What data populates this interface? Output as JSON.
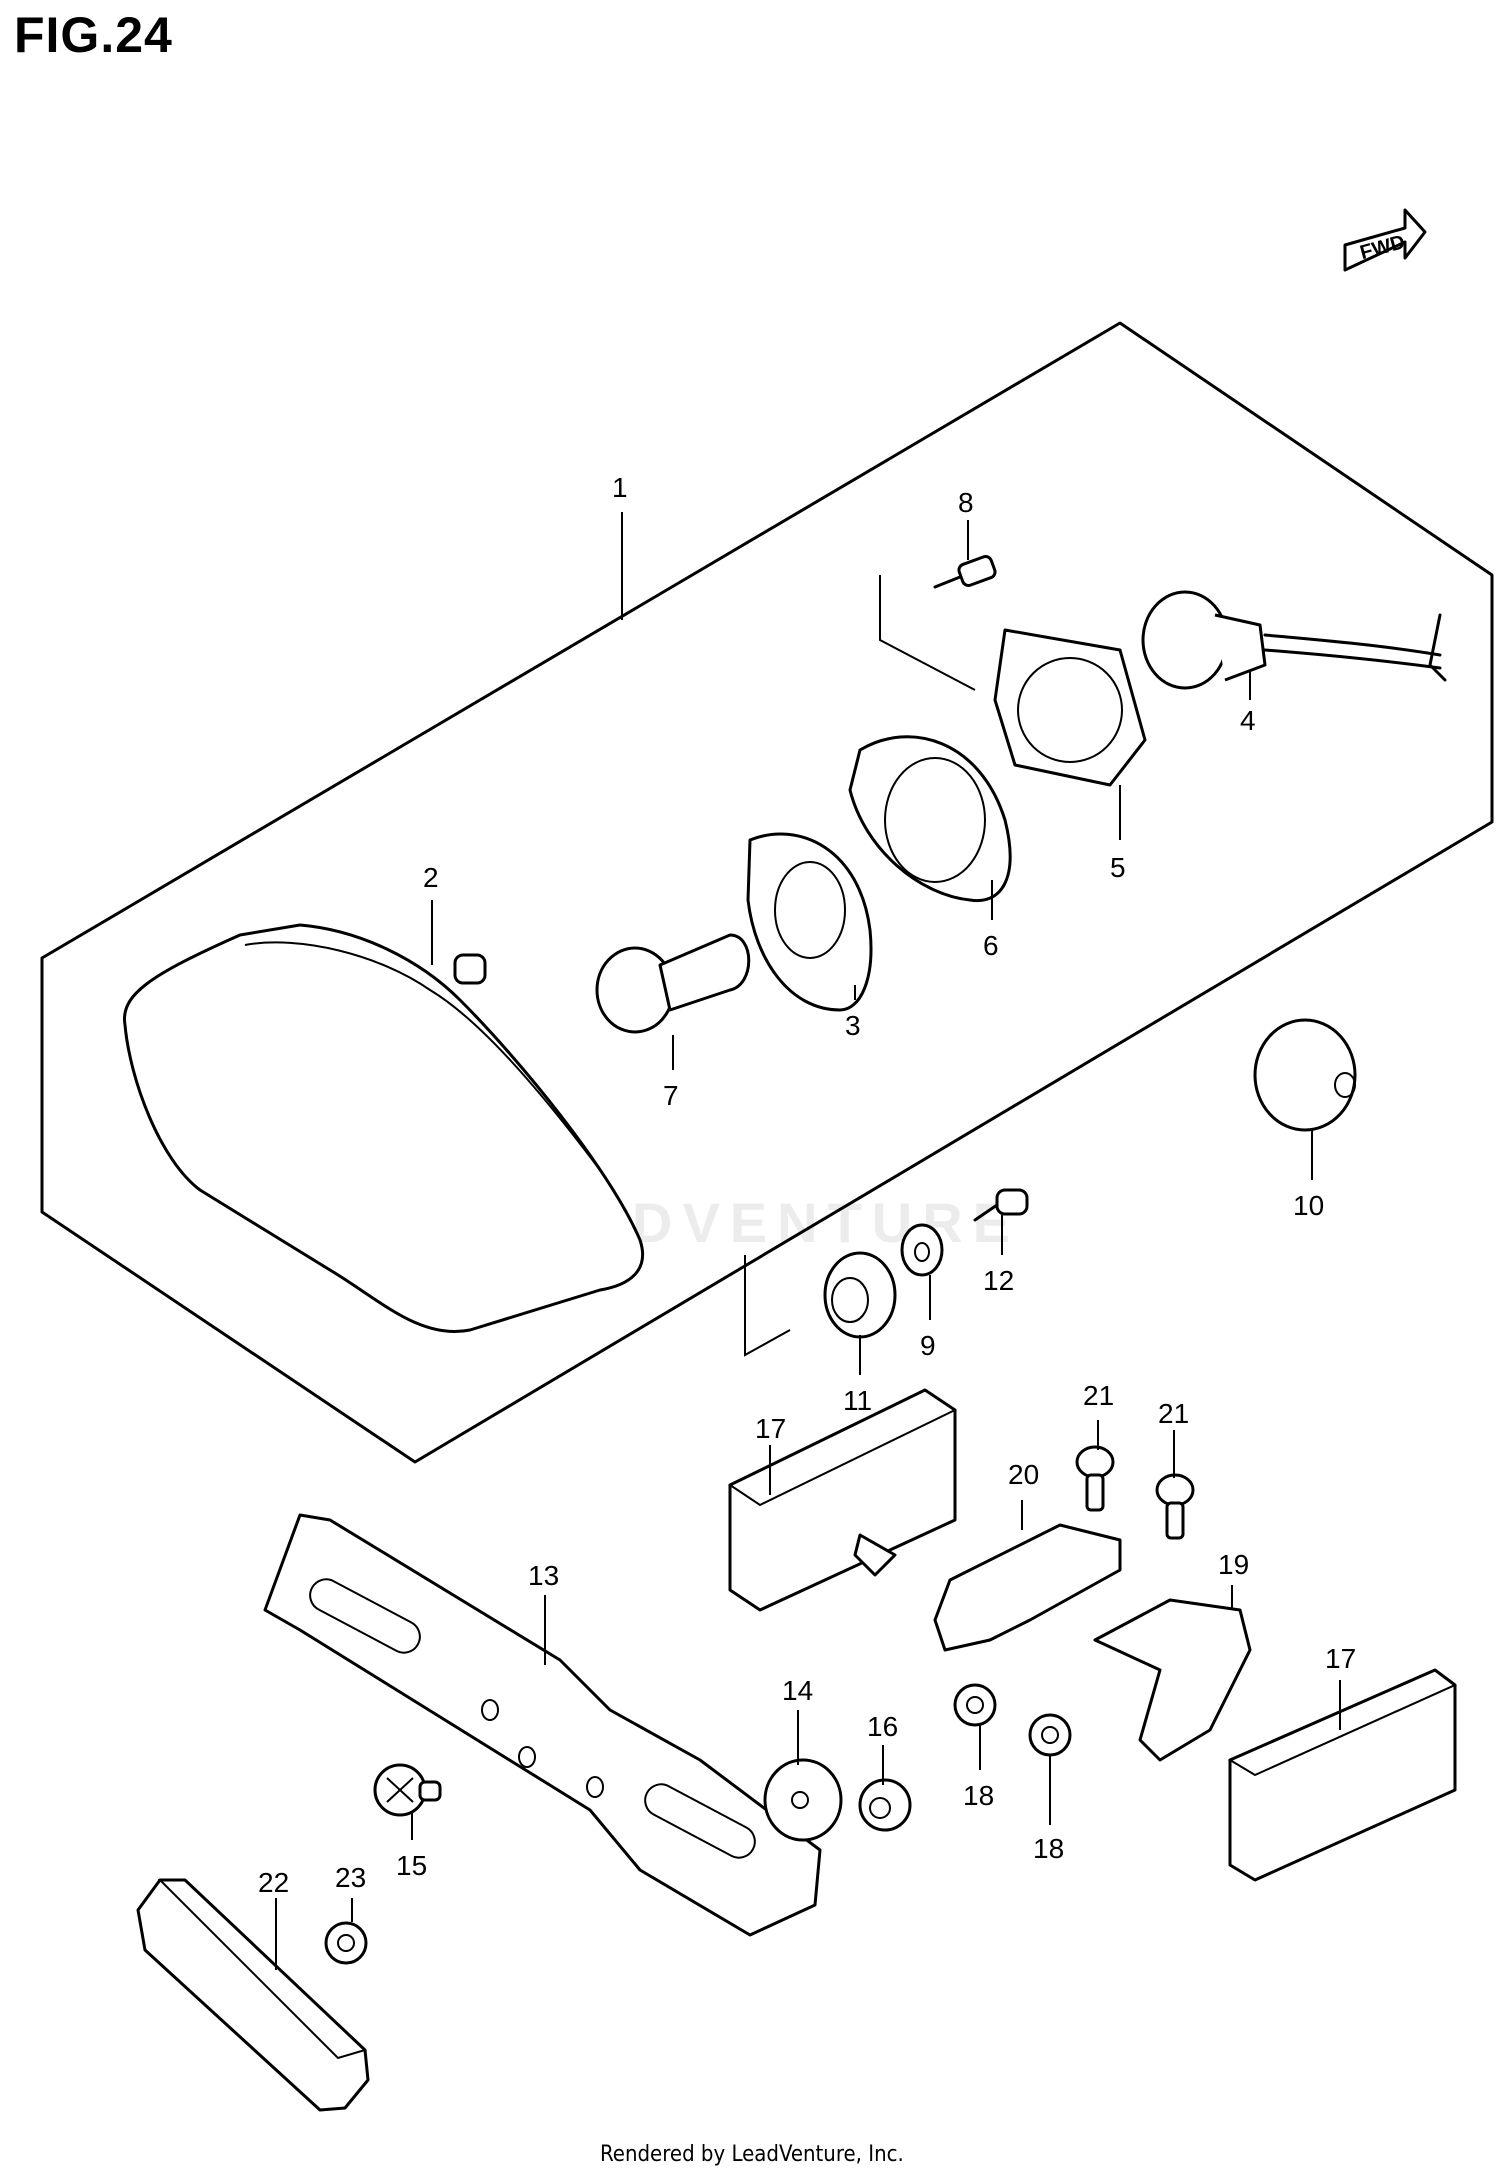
{
  "figure": {
    "title": "FIG.24",
    "fwd_label": "FWD",
    "footer": "Rendered by LeadVenture, Inc.",
    "watermark": "LEADVENTURE"
  },
  "callouts": [
    {
      "id": "1",
      "label": "1"
    },
    {
      "id": "2",
      "label": "2"
    },
    {
      "id": "3",
      "label": "3"
    },
    {
      "id": "4",
      "label": "4"
    },
    {
      "id": "5",
      "label": "5"
    },
    {
      "id": "6",
      "label": "6"
    },
    {
      "id": "7",
      "label": "7"
    },
    {
      "id": "8",
      "label": "8"
    },
    {
      "id": "9",
      "label": "9"
    },
    {
      "id": "10",
      "label": "10"
    },
    {
      "id": "11",
      "label": "11"
    },
    {
      "id": "12",
      "label": "12"
    },
    {
      "id": "13",
      "label": "13"
    },
    {
      "id": "14",
      "label": "14"
    },
    {
      "id": "15",
      "label": "15"
    },
    {
      "id": "16",
      "label": "16"
    },
    {
      "id": "17a",
      "label": "17"
    },
    {
      "id": "17b",
      "label": "17"
    },
    {
      "id": "18a",
      "label": "18"
    },
    {
      "id": "18b",
      "label": "18"
    },
    {
      "id": "19",
      "label": "19"
    },
    {
      "id": "20",
      "label": "20"
    },
    {
      "id": "21a",
      "label": "21"
    },
    {
      "id": "21b",
      "label": "21"
    },
    {
      "id": "22",
      "label": "22"
    },
    {
      "id": "23",
      "label": "23"
    }
  ]
}
